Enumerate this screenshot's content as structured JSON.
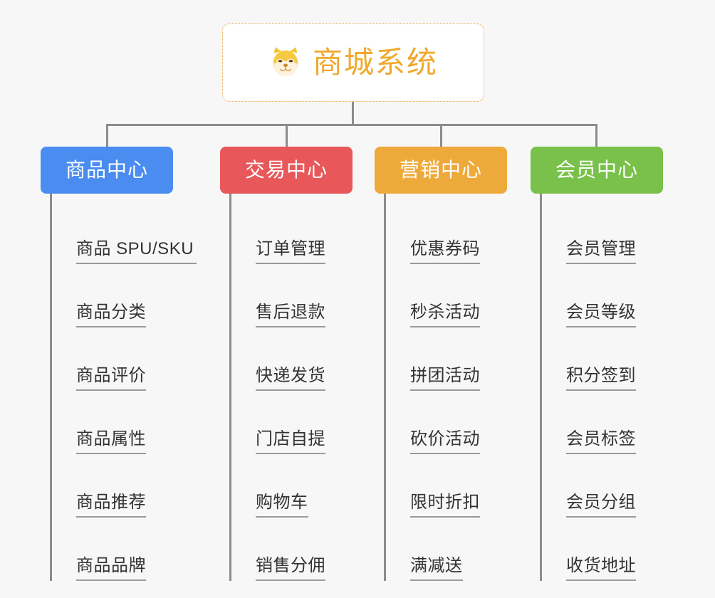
{
  "diagram": {
    "type": "mindmap-tree",
    "background_color": "#f7f7f7",
    "connector_color": "#8c8c8c",
    "root": {
      "icon": "shiba-dog-face-icon",
      "title": "商城系统",
      "title_color": "#f0a92e",
      "border_color": "#e8a33d",
      "background_color": "#ffffff"
    },
    "branches": [
      {
        "label": "商品中心",
        "color": "#4a8cf0",
        "items": [
          "商品 SPU/SKU",
          "商品分类",
          "商品评价",
          "商品属性",
          "商品推荐",
          "商品品牌"
        ]
      },
      {
        "label": "交易中心",
        "color": "#e8575a",
        "items": [
          "订单管理",
          "售后退款",
          "快递发货",
          "门店自提",
          "购物车",
          "销售分佣"
        ]
      },
      {
        "label": "营销中心",
        "color": "#eda93a",
        "items": [
          "优惠券码",
          "秒杀活动",
          "拼团活动",
          "砍价活动",
          "限时折扣",
          "满减送"
        ]
      },
      {
        "label": "会员中心",
        "color": "#79c14a",
        "items": [
          "会员管理",
          "会员等级",
          "积分签到",
          "会员标签",
          "会员分组",
          "收货地址"
        ]
      }
    ]
  }
}
